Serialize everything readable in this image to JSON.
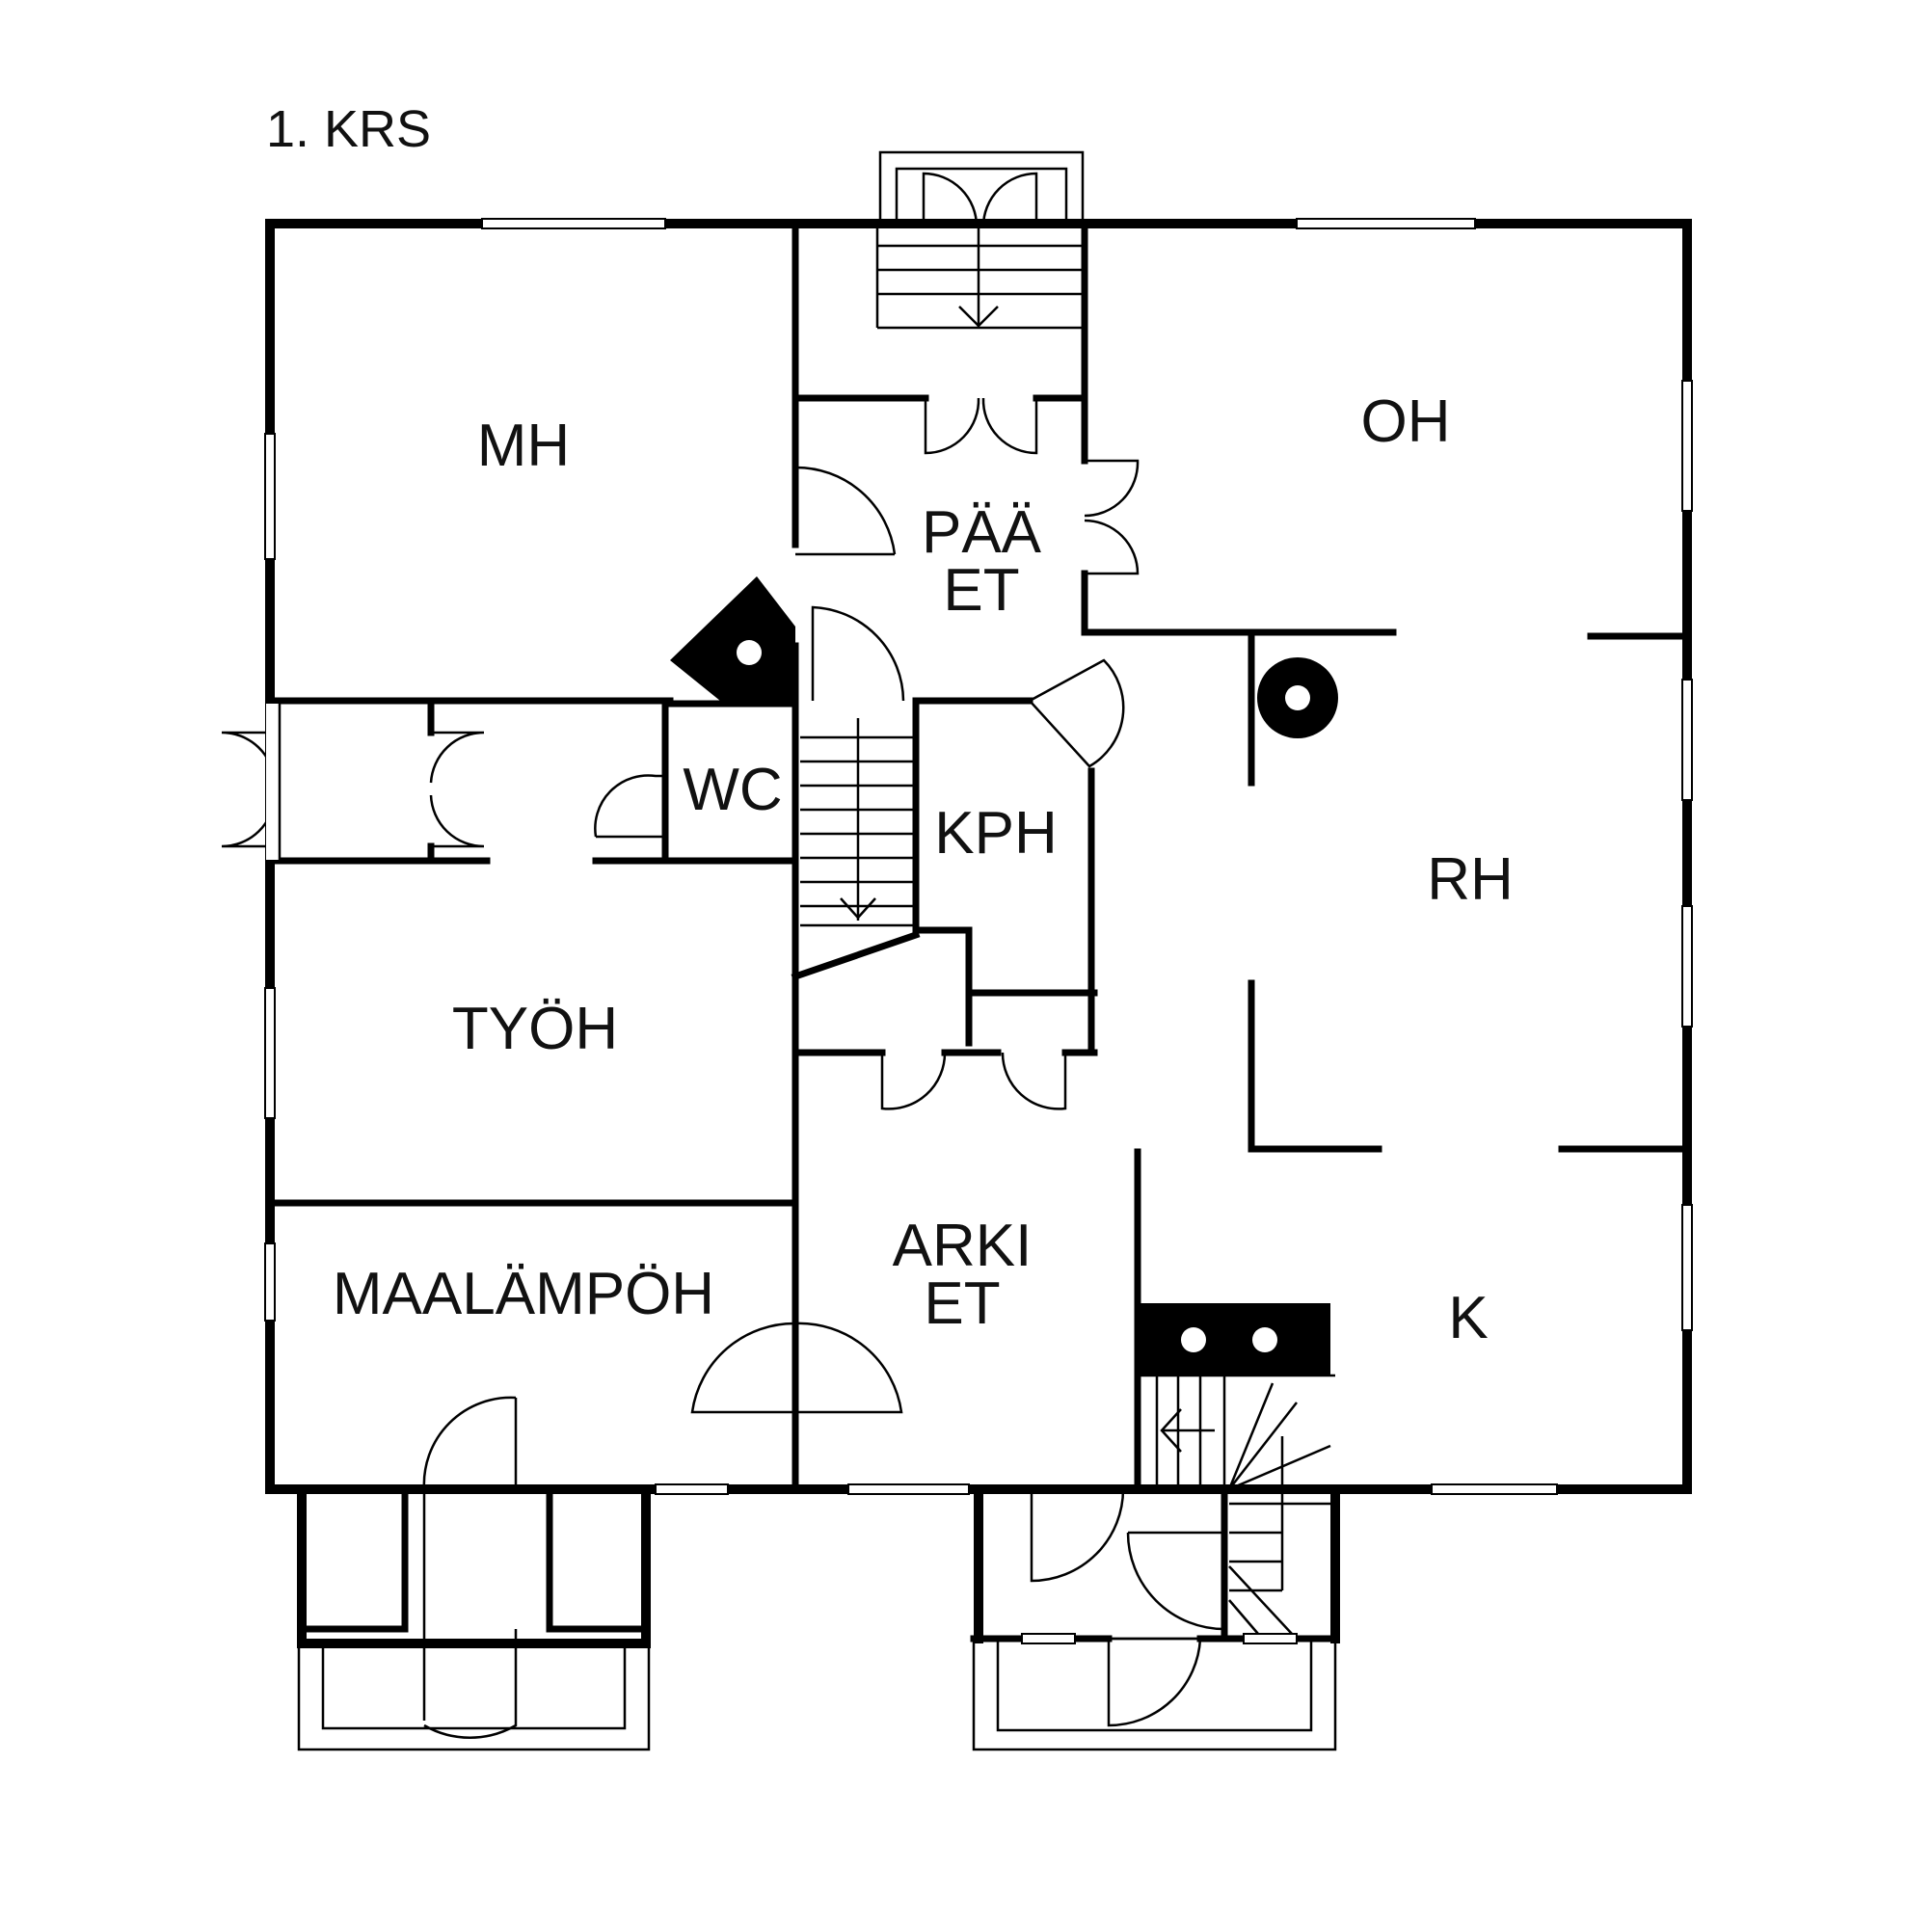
{
  "plan": {
    "floor_title": "1. KRS",
    "rooms": {
      "mh": "MH",
      "oh": "OH",
      "paa_et_1": "PÄÄ",
      "paa_et_2": "ET",
      "wc": "WC",
      "kph": "KPH",
      "rh": "RH",
      "tyoh": "TYÖH",
      "arki_et_1": "ARKI",
      "arki_et_2": "ET",
      "maalampoh": "MAALÄMPÖH",
      "k": "K"
    },
    "colors": {
      "line": "#000000",
      "background": "#ffffff"
    }
  }
}
